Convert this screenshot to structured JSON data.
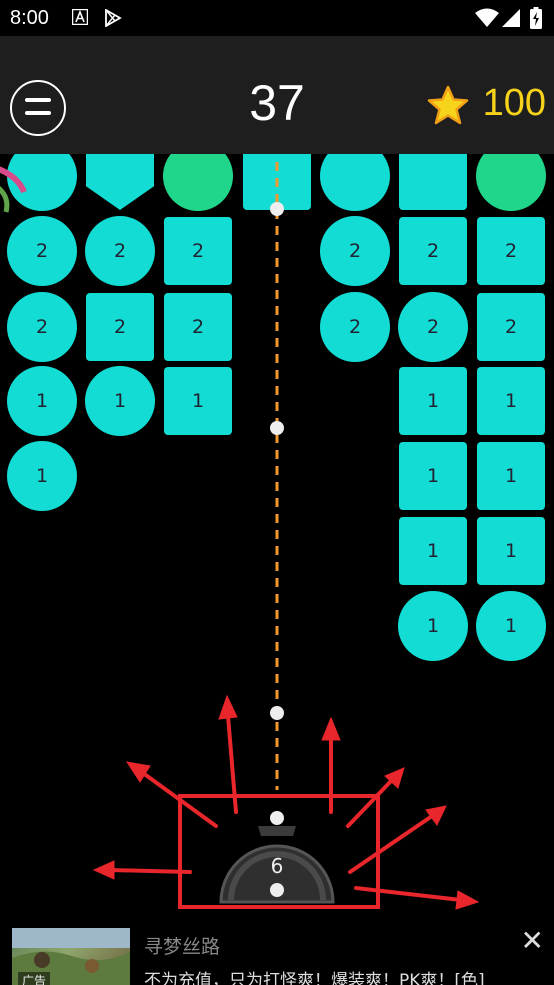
{
  "status_bar": {
    "time": "8:00"
  },
  "header": {
    "score": "37",
    "coins": "100"
  },
  "launcher": {
    "ball_count": "6"
  },
  "blocks": [
    {
      "id": "r0c0",
      "shape": "circle",
      "value": ""
    },
    {
      "id": "r0c1",
      "shape": "pentagon",
      "value": ""
    },
    {
      "id": "r0c2",
      "shape": "circle",
      "value": ""
    },
    {
      "id": "r0c3",
      "shape": "square",
      "value": ""
    },
    {
      "id": "r0c4",
      "shape": "circle",
      "value": ""
    },
    {
      "id": "r0c5",
      "shape": "square",
      "value": ""
    },
    {
      "id": "r0c6",
      "shape": "circle",
      "value": ""
    },
    {
      "id": "r1c0",
      "shape": "circle",
      "value": "2"
    },
    {
      "id": "r1c1",
      "shape": "circle",
      "value": "2"
    },
    {
      "id": "r1c2",
      "shape": "square",
      "value": "2"
    },
    {
      "id": "r1c4",
      "shape": "circle",
      "value": "2"
    },
    {
      "id": "r1c5",
      "shape": "square",
      "value": "2"
    },
    {
      "id": "r1c6",
      "shape": "square",
      "value": "2"
    },
    {
      "id": "r2c0",
      "shape": "circle",
      "value": "2"
    },
    {
      "id": "r2c1",
      "shape": "square",
      "value": "2"
    },
    {
      "id": "r2c2",
      "shape": "square",
      "value": "2"
    },
    {
      "id": "r2c4",
      "shape": "circle",
      "value": "2"
    },
    {
      "id": "r2c5",
      "shape": "circle",
      "value": "2"
    },
    {
      "id": "r2c6",
      "shape": "square",
      "value": "2"
    },
    {
      "id": "r3c0",
      "shape": "circle",
      "value": "1"
    },
    {
      "id": "r3c1",
      "shape": "circle",
      "value": "1"
    },
    {
      "id": "r3c2",
      "shape": "square",
      "value": "1"
    },
    {
      "id": "r3c5",
      "shape": "square",
      "value": "1"
    },
    {
      "id": "r3c6",
      "shape": "square",
      "value": "1"
    },
    {
      "id": "r4c0",
      "shape": "circle",
      "value": "1"
    },
    {
      "id": "r4c5",
      "shape": "square",
      "value": "1"
    },
    {
      "id": "r4c6",
      "shape": "square",
      "value": "1"
    },
    {
      "id": "r5c5",
      "shape": "square",
      "value": "1"
    },
    {
      "id": "r5c6",
      "shape": "square",
      "value": "1"
    },
    {
      "id": "r6c5",
      "shape": "circle",
      "value": "1"
    },
    {
      "id": "r6c6",
      "shape": "circle",
      "value": "1"
    }
  ],
  "ad": {
    "badge": "广告",
    "title": "寻梦丝路",
    "description": "不为充值，只为打怪爽！爆装爽！PK爽！[色]"
  },
  "colors": {
    "block": "#12dcd3",
    "block_top_green": "#1fd68a",
    "aim_line": "#f29a2e",
    "coins": "#f6d21b",
    "annotation": "#e8262b"
  }
}
